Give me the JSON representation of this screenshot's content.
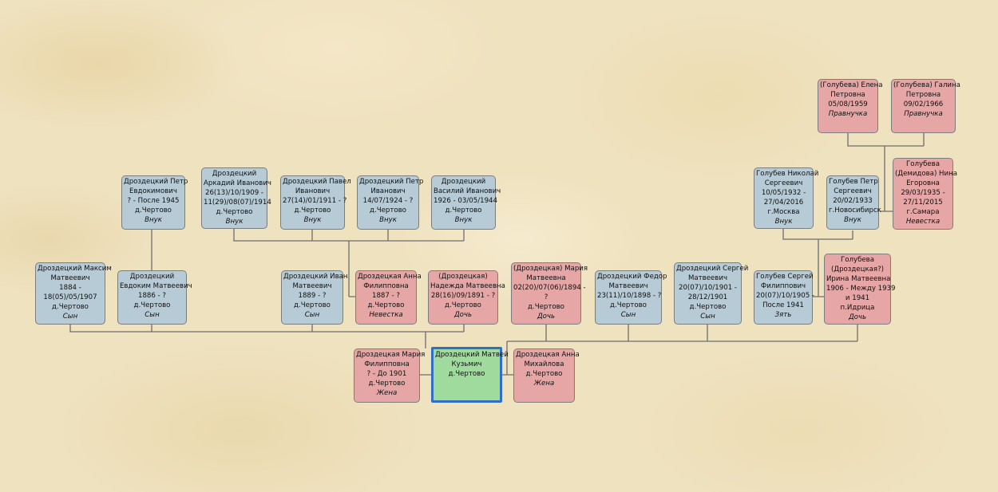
{
  "people": [
    {
      "id": "petr_evd",
      "lines": [
        "Дроздецкий Петр",
        "Евдокимович",
        "? - После 1945",
        "д.Чертово"
      ],
      "relation": "Внук",
      "sex": "m"
    },
    {
      "id": "arkadiy",
      "lines": [
        "Дроздецкий",
        "Аркадий Иванович",
        "26(13)/10/1909 -",
        "11(29)/08(07)/1914",
        "д.Чертово"
      ],
      "relation": "Внук",
      "sex": "m"
    },
    {
      "id": "pavel",
      "lines": [
        "Дроздецкий Павел",
        "Иванович",
        "27(14)/01/1911 - ?",
        "д.Чертово"
      ],
      "relation": "Внук",
      "sex": "m"
    },
    {
      "id": "petr_iv",
      "lines": [
        "Дроздецкий Петр",
        "Иванович",
        "14/07/1924 - ?",
        "д.Чертово"
      ],
      "relation": "Внук",
      "sex": "m"
    },
    {
      "id": "vasiliy",
      "lines": [
        "Дроздецкий",
        "Василий Иванович",
        "1926 - 03/05/1944",
        "д.Чертово"
      ],
      "relation": "Внук",
      "sex": "m"
    },
    {
      "id": "elena",
      "lines": [
        "(Голубева) Елена",
        "Петровна",
        "05/08/1959"
      ],
      "relation": "Правнучка",
      "sex": "f"
    },
    {
      "id": "galina",
      "lines": [
        "(Голубева) Галина",
        "Петровна",
        "09/02/1966"
      ],
      "relation": "Правнучка",
      "sex": "f"
    },
    {
      "id": "nikolay",
      "lines": [
        "Голубев Николай",
        "Сергеевич",
        "10/05/1932 -",
        "27/04/2016",
        "г.Москва"
      ],
      "relation": "Внук",
      "sex": "m"
    },
    {
      "id": "petr_serg",
      "lines": [
        "Голубев Петр",
        "Сергеевич",
        "20/02/1933",
        "г.Новосибирск"
      ],
      "relation": "Внук",
      "sex": "m"
    },
    {
      "id": "nina",
      "lines": [
        "Голубева",
        "(Демидова) Нина",
        "Егоровна",
        "29/03/1935 -",
        "27/11/2015",
        "г.Самара"
      ],
      "relation": "Невестка",
      "sex": "f"
    },
    {
      "id": "maksim",
      "lines": [
        "Дроздецкий Максим",
        "Матвеевич",
        "1884 -",
        "18(05)/05/1907",
        "д.Чертово"
      ],
      "relation": "Сын",
      "sex": "m"
    },
    {
      "id": "evdokim",
      "lines": [
        "Дроздецкий",
        "Евдоким Матвеевич",
        "1886 - ?",
        "д.Чертово"
      ],
      "relation": "Сын",
      "sex": "m"
    },
    {
      "id": "ivan",
      "lines": [
        "Дроздецкий Иван",
        "Матвеевич",
        "1889 - ?",
        "д.Чертово"
      ],
      "relation": "Сын",
      "sex": "m"
    },
    {
      "id": "anna_f",
      "lines": [
        "Дроздецкая Анна",
        "Филипповна",
        "1887 - ?",
        "д.Чертово"
      ],
      "relation": "Невестка",
      "sex": "f"
    },
    {
      "id": "nadezhda",
      "lines": [
        "(Дроздецкая)",
        "Надежда Матвеевна",
        "28(16)/09/1891 - ?",
        "д.Чертово"
      ],
      "relation": "Дочь",
      "sex": "f"
    },
    {
      "id": "mariya_m",
      "lines": [
        "(Дроздецкая) Мария",
        "Матвеевна",
        "02(20)/07(06)/1894 -",
        "?",
        "д.Чертово"
      ],
      "relation": "Дочь",
      "sex": "f"
    },
    {
      "id": "fedor",
      "lines": [
        "Дроздецкий Федор",
        "Матвеевич",
        "23(11)/10/1898 - ?",
        "д.Чертово"
      ],
      "relation": "Сын",
      "sex": "m"
    },
    {
      "id": "sergey_m",
      "lines": [
        "Дроздецкий Сергей",
        "Матвеевич",
        "20(07)/10/1901 -",
        "28/12/1901",
        "д.Чертово"
      ],
      "relation": "Сын",
      "sex": "m"
    },
    {
      "id": "sergey_g",
      "lines": [
        "Голубев Сергей",
        "Филиппович",
        "20(07)/10/1905 -",
        "После 1941"
      ],
      "relation": "Зять",
      "sex": "m"
    },
    {
      "id": "irina",
      "lines": [
        "Голубева",
        "(Дроздецкая?)",
        "Ирина Матвеевна",
        "1906 - Между 1939",
        "и 1941",
        "п.Идрица"
      ],
      "relation": "Дочь",
      "sex": "f"
    },
    {
      "id": "mariya_f",
      "lines": [
        "Дроздецкая Мария",
        "Филипповна",
        "? - До 1901",
        "д.Чертово"
      ],
      "relation": "Жена",
      "sex": "f"
    },
    {
      "id": "matvey",
      "lines": [
        "Дроздецкий Матвей",
        "Кузьмич",
        "д.Чертово"
      ],
      "relation": "",
      "sex": "self"
    },
    {
      "id": "anna_m",
      "lines": [
        "Дроздецкая Анна",
        "Михайлова",
        "д.Чертово"
      ],
      "relation": "Жена",
      "sex": "f"
    }
  ]
}
